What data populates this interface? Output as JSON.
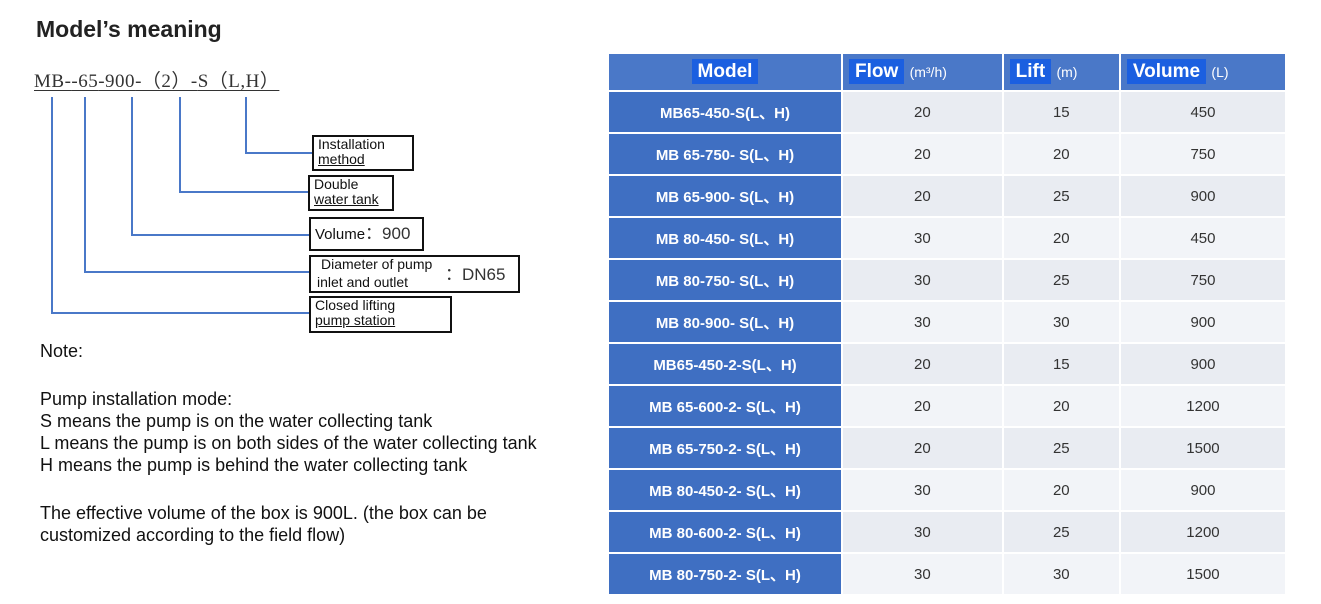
{
  "title": "Model’s meaning",
  "code_parts": [
    "MB-",
    "-65",
    "-900",
    "-（2）-",
    "S（L,H）"
  ],
  "boxes": {
    "installation": [
      "Installation",
      "method"
    ],
    "double": [
      "Double",
      "water tank"
    ],
    "volume": {
      "label": "Volume",
      "value": "：900"
    },
    "diameter": {
      "line1": "Diameter of pump",
      "line2": "inlet and outlet",
      "value": "：DN65"
    },
    "closed": [
      "Closed lifting",
      "pump station"
    ]
  },
  "notes": {
    "heading": "Note:",
    "mode_heading": "Pump installation mode:",
    "s": "S means the pump is on the water collecting tank",
    "l": "L means the pump is on both sides of the water collecting tank",
    "h": "H means the pump is behind the water collecting tank",
    "volume_line1": "The effective volume of the box is 900L. (the box can be",
    "volume_line2": "customized according to the field flow)"
  },
  "table": {
    "headers": {
      "model": "Model",
      "flow": "Flow",
      "flow_unit": "(m³/h)",
      "lift": "Lift",
      "lift_unit": "(m)",
      "volume": "Volume",
      "volume_unit": "(L)"
    },
    "rows": [
      {
        "model": "MB65-450-S(L、H)",
        "flow": "20",
        "lift": "15",
        "volume": "450"
      },
      {
        "model": "MB 65-750- S(L、H)",
        "flow": "20",
        "lift": "20",
        "volume": "750"
      },
      {
        "model": "MB 65-900- S(L、H)",
        "flow": "20",
        "lift": "25",
        "volume": "900"
      },
      {
        "model": "MB 80-450- S(L、H)",
        "flow": "30",
        "lift": "20",
        "volume": "450"
      },
      {
        "model": "MB 80-750- S(L、H)",
        "flow": "30",
        "lift": "25",
        "volume": "750"
      },
      {
        "model": "MB 80-900- S(L、H)",
        "flow": "30",
        "lift": "30",
        "volume": "900"
      },
      {
        "model": "MB65-450-2-S(L、H)",
        "flow": "20",
        "lift": "15",
        "volume": "900"
      },
      {
        "model": "MB 65-600-2- S(L、H)",
        "flow": "20",
        "lift": "20",
        "volume": "1200"
      },
      {
        "model": "MB 65-750-2- S(L、H)",
        "flow": "20",
        "lift": "25",
        "volume": "1500"
      },
      {
        "model": "MB 80-450-2- S(L、H)",
        "flow": "30",
        "lift": "20",
        "volume": "900"
      },
      {
        "model": "MB 80-600-2- S(L、H)",
        "flow": "30",
        "lift": "25",
        "volume": "1200"
      },
      {
        "model": "MB 80-750-2- S(L、H)",
        "flow": "30",
        "lift": "30",
        "volume": "1500"
      }
    ]
  }
}
